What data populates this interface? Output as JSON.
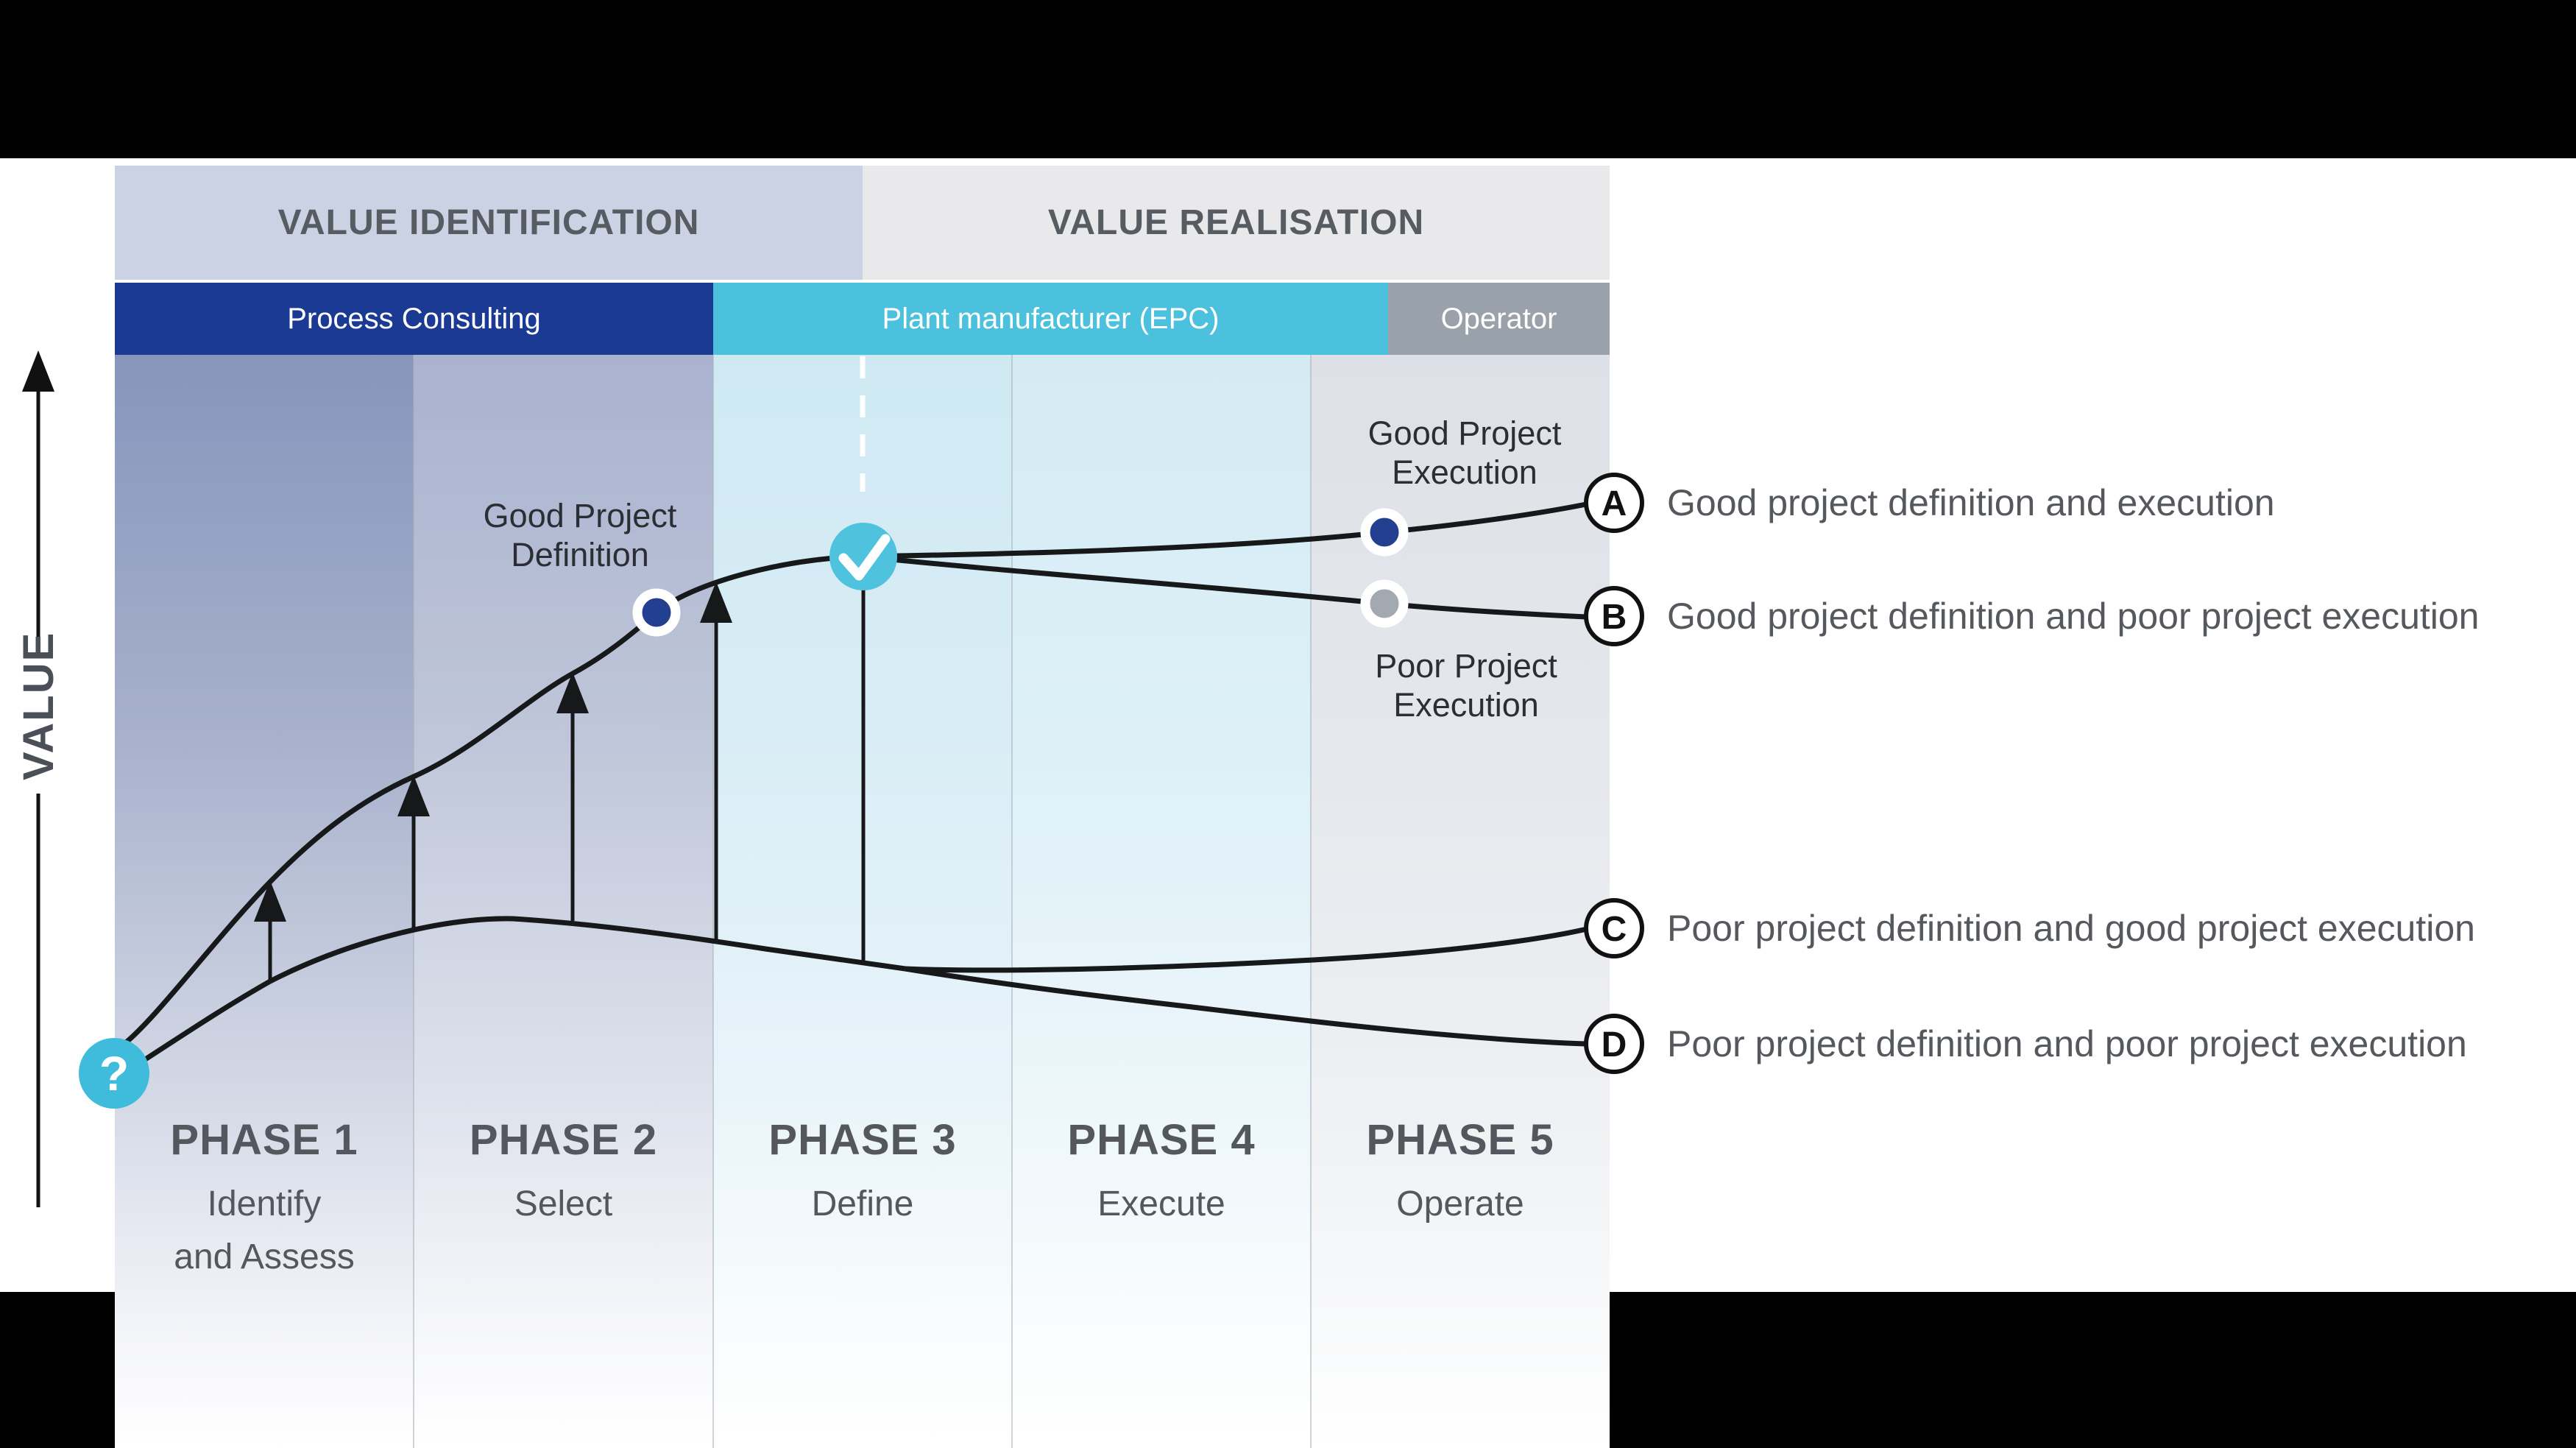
{
  "value_axis": {
    "label": "VALUE"
  },
  "stage_headers": {
    "identification": "VALUE IDENTIFICATION",
    "realisation": "VALUE REALISATION"
  },
  "role_bands": {
    "consulting": "Process Consulting",
    "epc": "Plant manufacturer (EPC)",
    "operator": "Operator"
  },
  "phases": [
    {
      "title": "PHASE 1",
      "subtitle_lines": [
        "Identify",
        "and Assess"
      ]
    },
    {
      "title": "PHASE 2",
      "subtitle_lines": [
        "Select"
      ]
    },
    {
      "title": "PHASE 3",
      "subtitle_lines": [
        "Define"
      ]
    },
    {
      "title": "PHASE 4",
      "subtitle_lines": [
        "Execute"
      ]
    },
    {
      "title": "PHASE 5",
      "subtitle_lines": [
        "Operate"
      ]
    }
  ],
  "annotations": {
    "good_definition": {
      "line1": "Good Project",
      "line2": "Definition"
    },
    "good_execution": {
      "line1": "Good Project",
      "line2": "Execution"
    },
    "poor_execution": {
      "line1": "Poor Project",
      "line2": "Execution"
    },
    "start_symbol": "?"
  },
  "legend": [
    {
      "key": "A",
      "label": "Good project definition and execution"
    },
    {
      "key": "B",
      "label": "Good project definition and poor project execution"
    },
    {
      "key": "C",
      "label": "Poor project definition and good project execution"
    },
    {
      "key": "D",
      "label": "Poor project definition and poor project execution"
    }
  ],
  "colors": {
    "navy_band": "#1b3a94",
    "cyan_band": "#4cc1dd",
    "gray_band": "#99a1ab",
    "identification_bg": "#cbd2e4",
    "realisation_bg": "#e9e9eb",
    "good_dot": "#22408f",
    "poor_dot": "#a2a9b1",
    "check_circle": "#4fc3de",
    "question_circle": "#3fbcdc",
    "curve": "#16181a"
  }
}
